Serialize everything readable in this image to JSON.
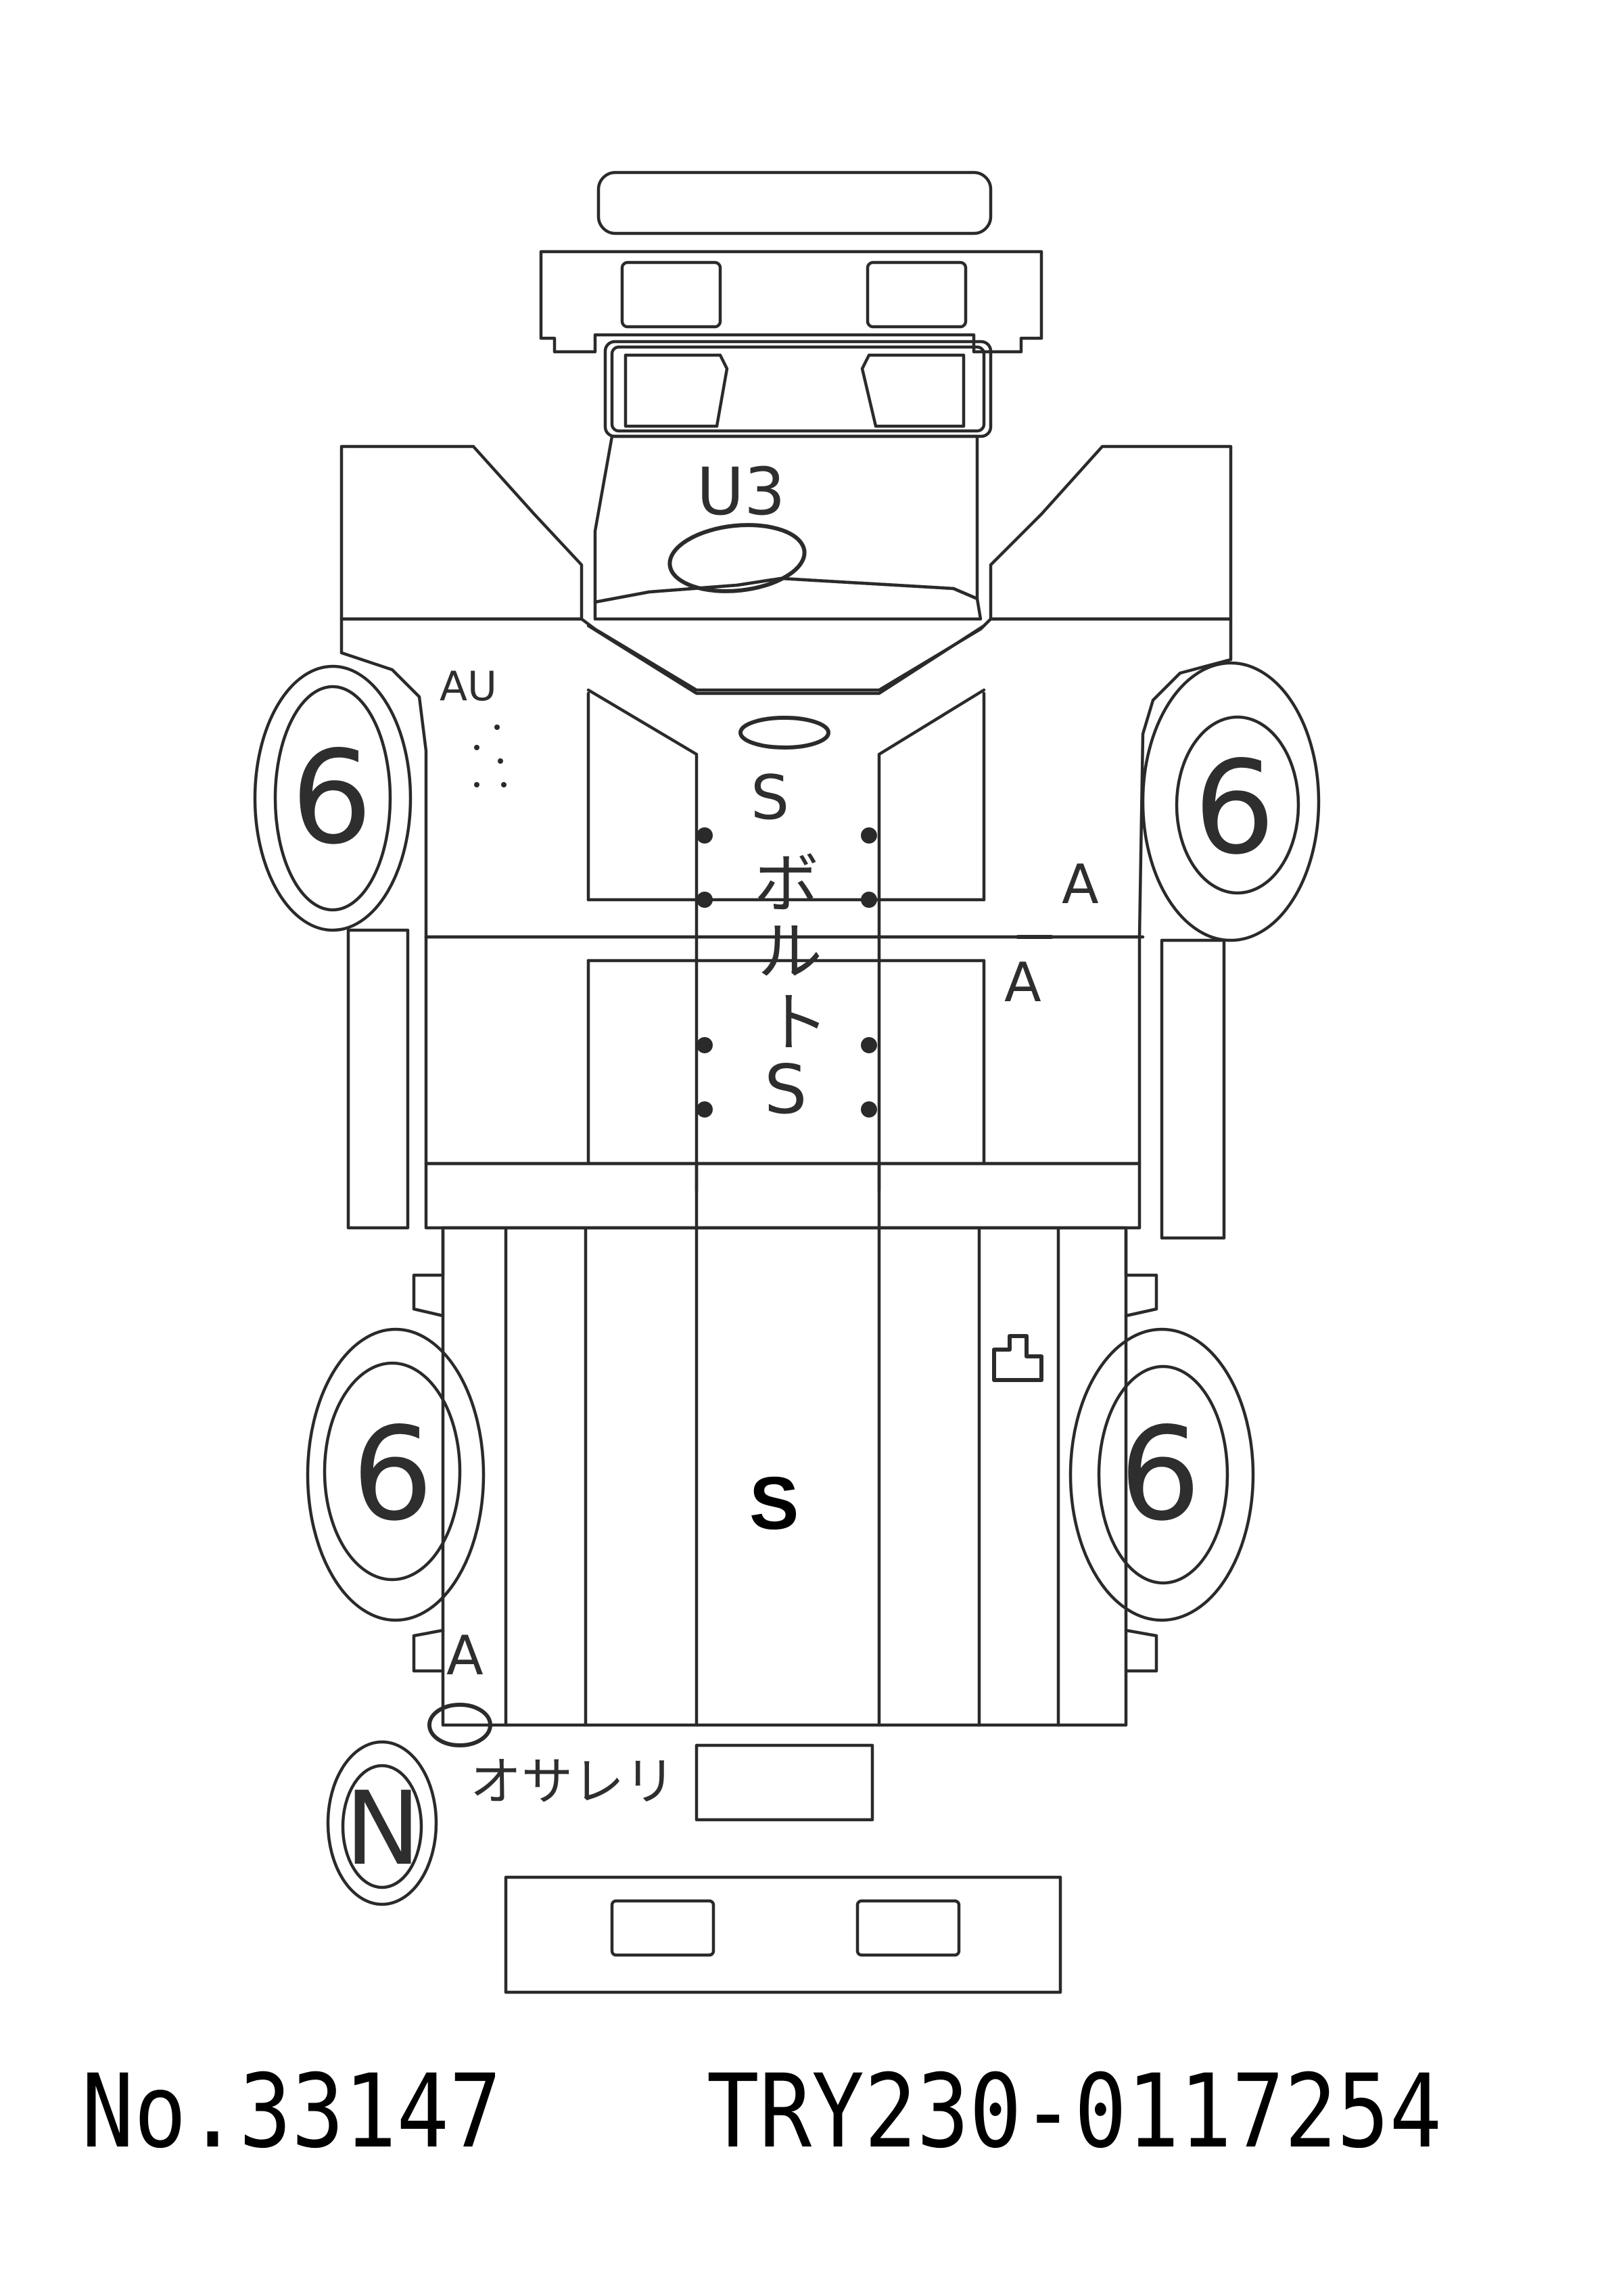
{
  "annotations": {
    "front_grille_mark": "U3",
    "left_front_door_mark": "AU",
    "cab_floor_mark": "S",
    "chassis_marks": [
      "ボ",
      "ル",
      "ト",
      "S"
    ],
    "right_side_mark_upper": "A",
    "right_side_mark_lower": "A",
    "bed_mark": "S",
    "rear_left_mark": "A",
    "rear_left_note": "オサレリ",
    "tire_front_left": "6",
    "tire_front_right": "6",
    "tire_rear_left": "6",
    "tire_rear_right": "6",
    "spare_tire_mark": "N"
  },
  "footer": {
    "lot_number": "No.33147",
    "chassis_number": "TRY230-0117254"
  }
}
